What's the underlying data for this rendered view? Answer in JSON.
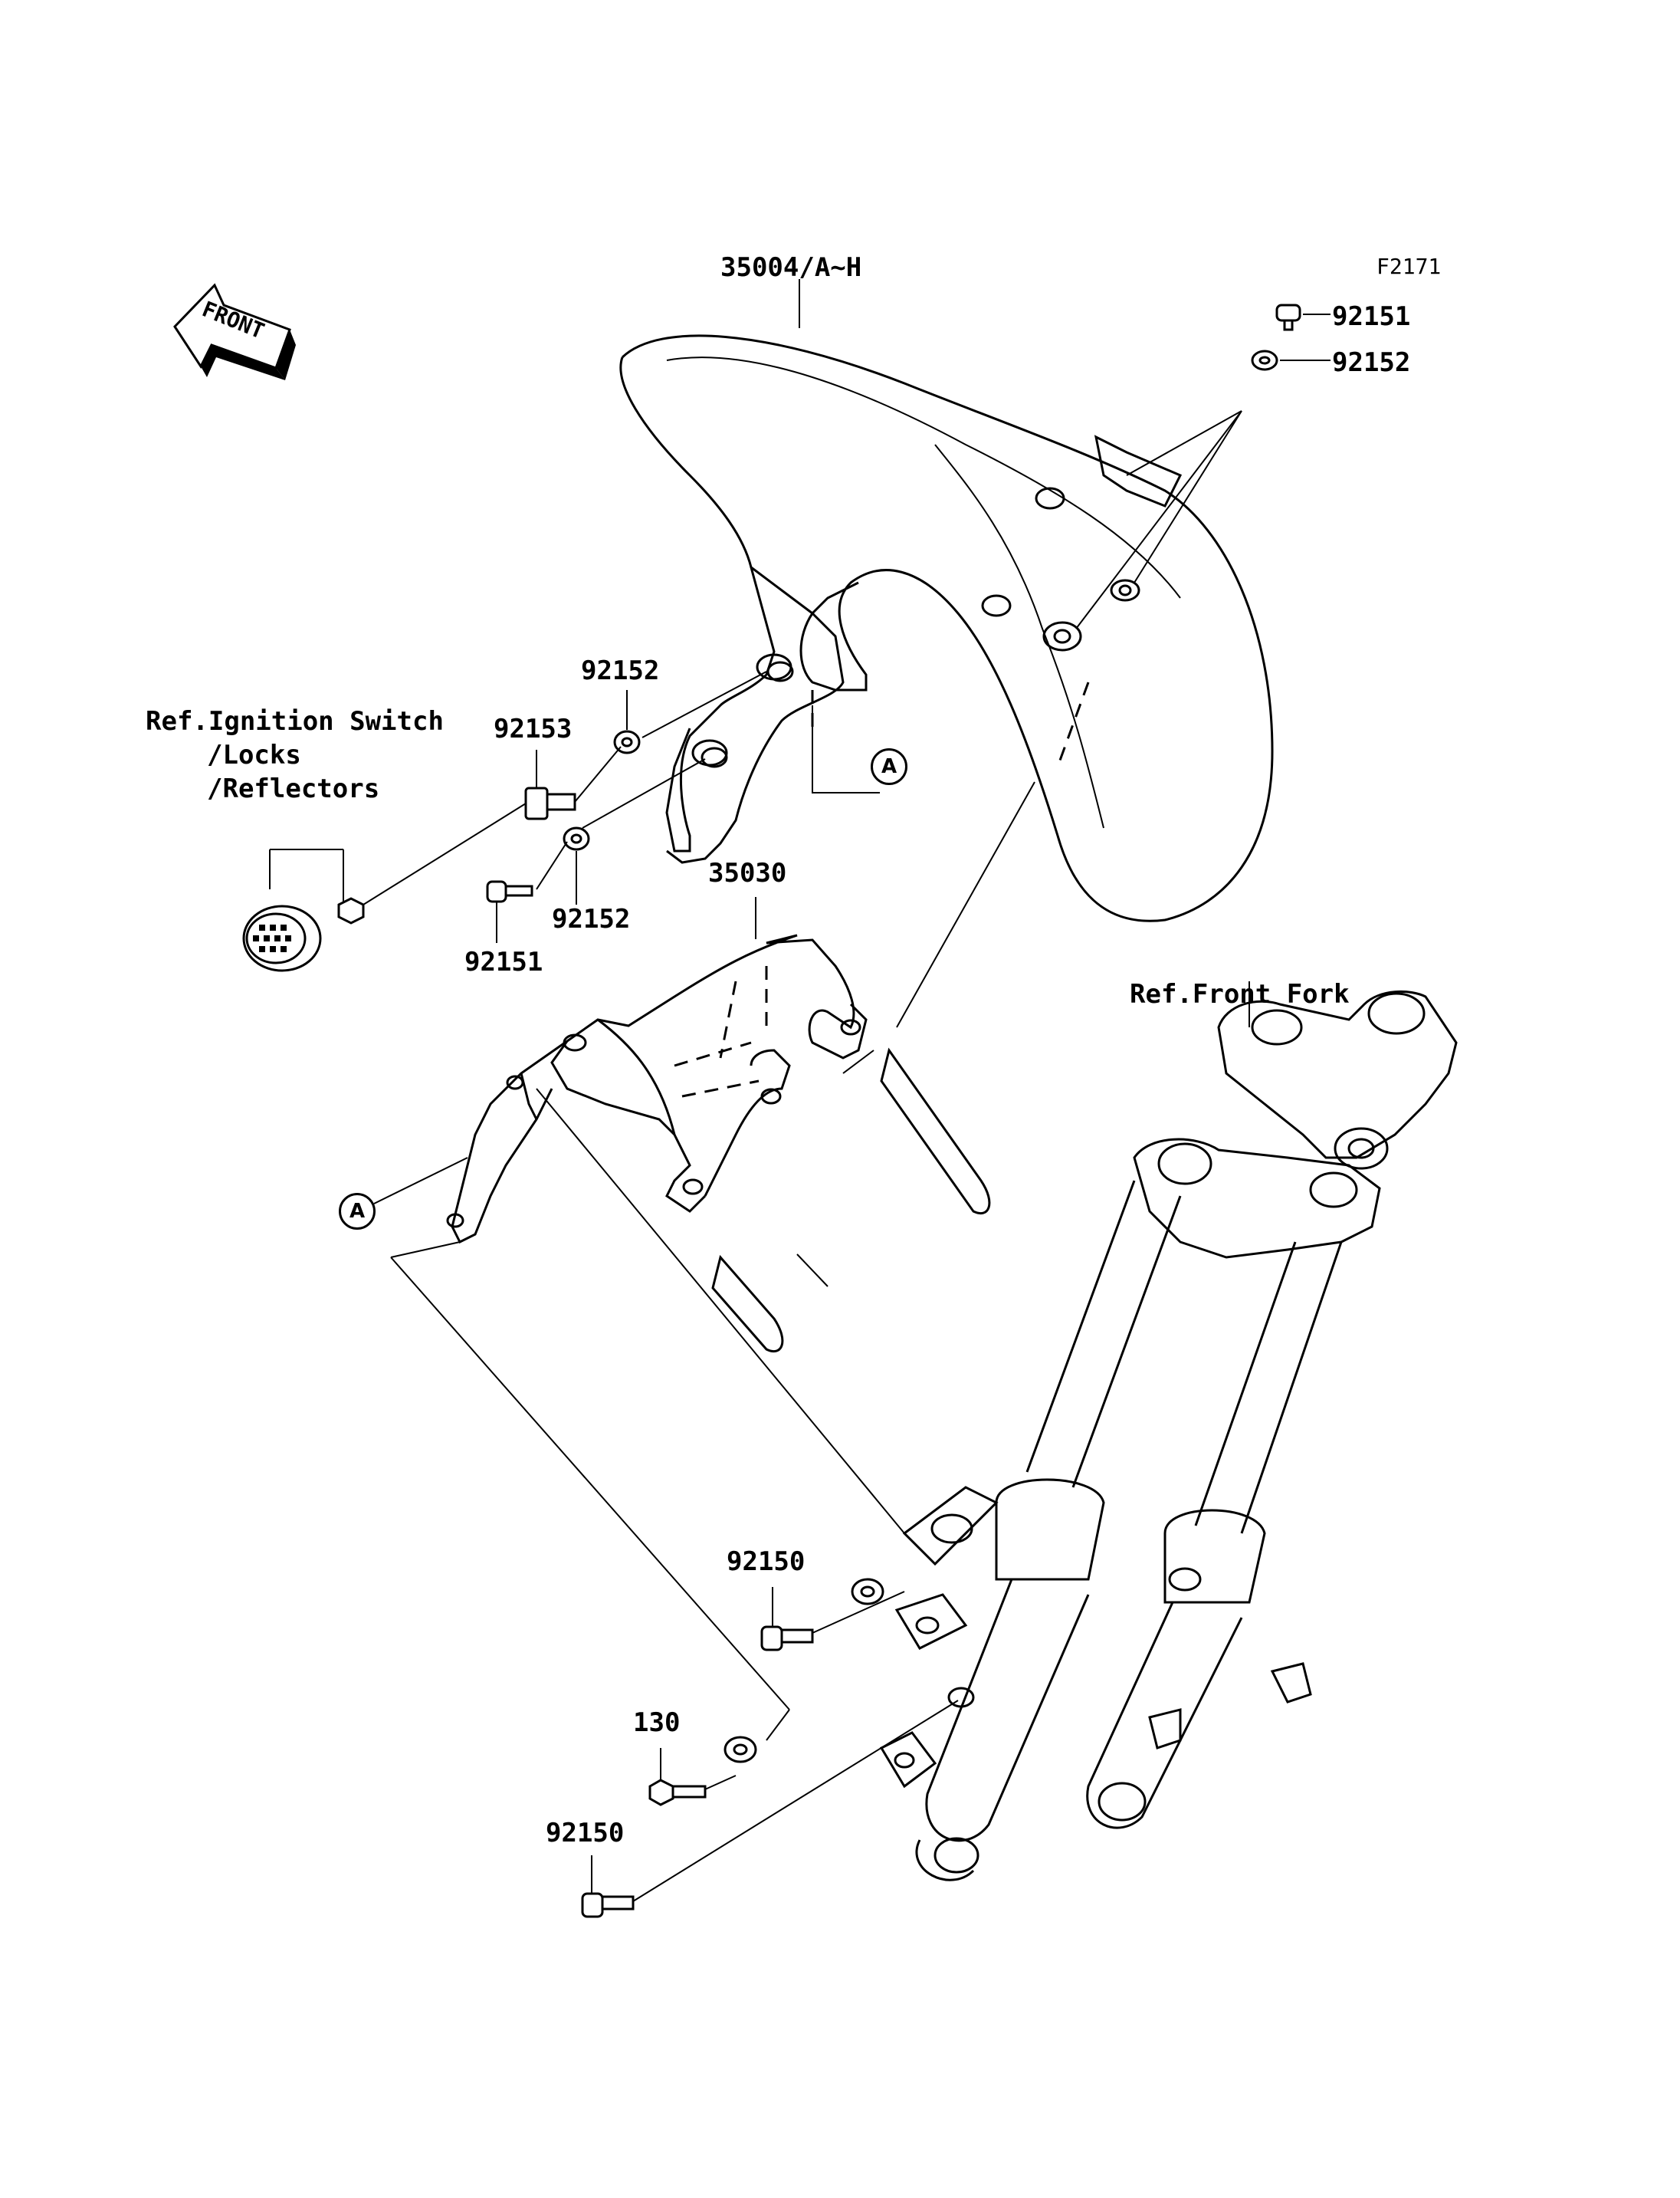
{
  "figure_code": "F2171",
  "front_label": "FRONT",
  "parts": {
    "fender": "35004/A~H",
    "inner_fender": "35030",
    "bolt_92151_top": "92151",
    "washer_92152_top": "92152",
    "washer_92152_mid": "92152",
    "spacer_92153": "92153",
    "washer_92152_low": "92152",
    "bolt_92151_low": "92151",
    "bolt_92150_upper": "92150",
    "bolt_130": "130",
    "bolt_92150_lower": "92150"
  },
  "references": {
    "ignition_line1": "Ref.Ignition Switch",
    "ignition_line2": "/Locks",
    "ignition_line3": "/Reflectors",
    "front_fork": "Ref.Front Fork"
  },
  "callouts": {
    "a1": "A",
    "a2": "A"
  }
}
